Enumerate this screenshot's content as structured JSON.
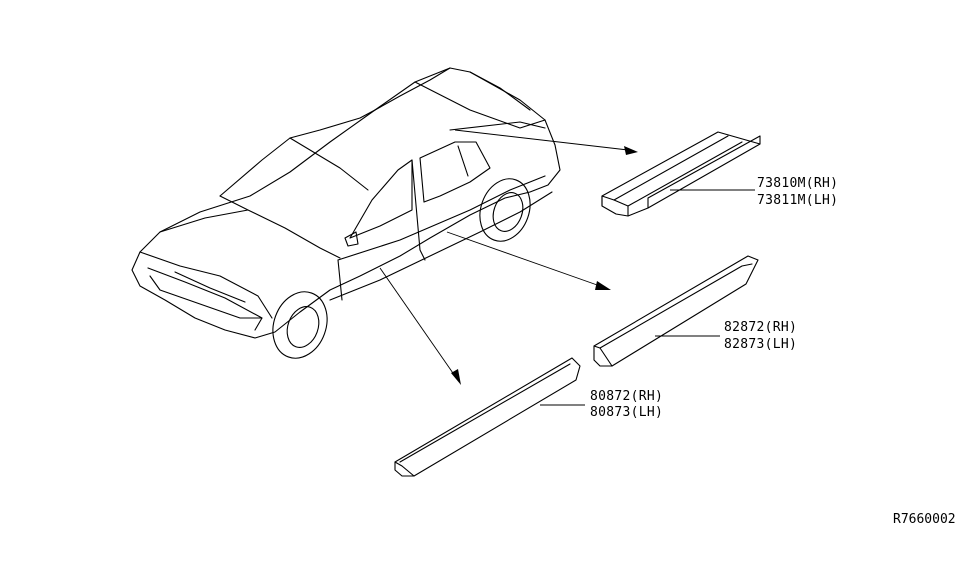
{
  "parts": [
    {
      "id": "roof-molding",
      "label_rh": "73810M(RH)",
      "label_lh": "73811M(LH)"
    },
    {
      "id": "rear-door-molding",
      "label_rh": "82872(RH)",
      "label_lh": "82873(LH)"
    },
    {
      "id": "front-door-molding",
      "label_rh": "80872(RH)",
      "label_lh": "80873(LH)"
    }
  ],
  "diagram_ref": "R7660002",
  "colors": {
    "line": "#000000",
    "background": "#ffffff"
  }
}
